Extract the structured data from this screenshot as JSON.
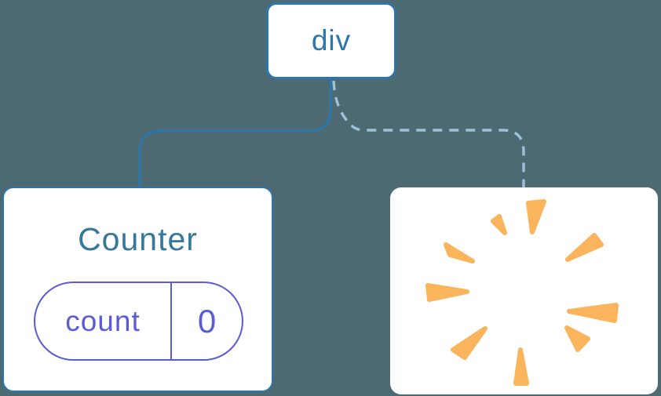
{
  "diagram": {
    "description": "React render tree: div root keeps Counter with state, second child removed (poof)",
    "root": {
      "label": "div"
    },
    "counter": {
      "title": "Counter",
      "state_key": "count",
      "state_value": "0"
    },
    "removed": {
      "icon": "poof-starburst"
    },
    "connections": [
      {
        "from": "div",
        "to": "Counter",
        "style": "solid"
      },
      {
        "from": "div",
        "to": "removed-node",
        "style": "dashed"
      }
    ]
  },
  "colors": {
    "bg": "#4d6972",
    "node-blue": "#2b76ad",
    "title-blue": "#34789b",
    "state-purple": "#5b5bd6",
    "dashed-blue": "#9cc1d9",
    "poof-orange": "#f9b45c",
    "card-white": "#ffffff"
  }
}
